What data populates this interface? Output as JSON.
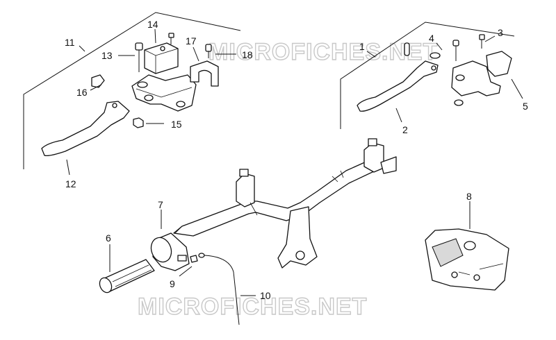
{
  "watermark": {
    "top_text": "MICROFICHES.NET",
    "bottom_text": "MICROFICHES.NET"
  },
  "callouts": [
    {
      "id": "callout-1",
      "label": "1"
    },
    {
      "id": "callout-2",
      "label": "2"
    },
    {
      "id": "callout-3",
      "label": "3"
    },
    {
      "id": "callout-4",
      "label": "4"
    },
    {
      "id": "callout-5",
      "label": "5"
    },
    {
      "id": "callout-6",
      "label": "6"
    },
    {
      "id": "callout-7",
      "label": "7"
    },
    {
      "id": "callout-8",
      "label": "8"
    },
    {
      "id": "callout-9",
      "label": "9"
    },
    {
      "id": "callout-10",
      "label": "10"
    },
    {
      "id": "callout-11",
      "label": "11"
    },
    {
      "id": "callout-12",
      "label": "12"
    },
    {
      "id": "callout-13",
      "label": "13"
    },
    {
      "id": "callout-14",
      "label": "14"
    },
    {
      "id": "callout-15",
      "label": "15"
    },
    {
      "id": "callout-16",
      "label": "16"
    },
    {
      "id": "callout-17",
      "label": "17"
    },
    {
      "id": "callout-18",
      "label": "18"
    }
  ]
}
